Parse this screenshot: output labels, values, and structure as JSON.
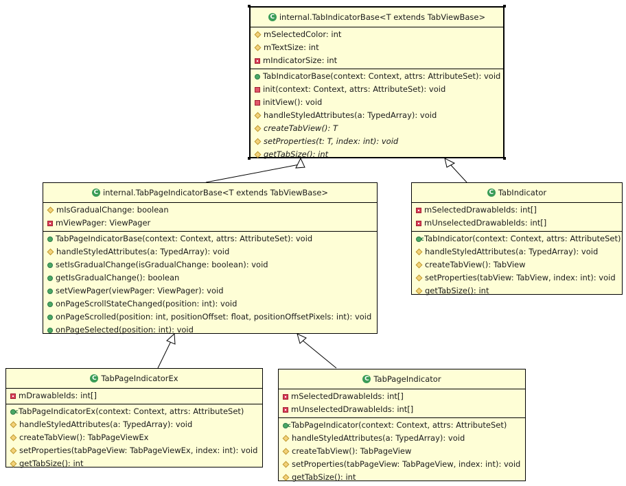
{
  "diagram": {
    "type": "UML class diagram",
    "classes": {
      "base": {
        "name": "internal.TabIndicatorBase<T extends TabViewBase>",
        "fields": [
          {
            "vis": "protected",
            "text": "mSelectedColor: int"
          },
          {
            "vis": "protected",
            "text": "mTextSize: int"
          },
          {
            "vis": "private",
            "text": "mIndicatorSize: int"
          }
        ],
        "methods": [
          {
            "vis": "public",
            "text": "TabIndicatorBase(context: Context, attrs: AttributeSet): void"
          },
          {
            "vis": "private",
            "text": "init(context: Context, attrs: AttributeSet): void"
          },
          {
            "vis": "private",
            "text": "initView(): void"
          },
          {
            "vis": "protected",
            "text": "handleStyledAttributes(a: TypedArray): void"
          },
          {
            "vis": "protected",
            "abstract": true,
            "text": "createTabView(): T"
          },
          {
            "vis": "protected",
            "abstract": true,
            "text": "setProperties(t: T, index: int): void"
          },
          {
            "vis": "protected",
            "abstract": true,
            "text": "getTabSize(): int"
          }
        ]
      },
      "pageBase": {
        "name": "internal.TabPageIndicatorBase<T extends TabViewBase>",
        "fields": [
          {
            "vis": "protected",
            "text": "mIsGradualChange: boolean"
          },
          {
            "vis": "private",
            "text": "mViewPager: ViewPager"
          }
        ],
        "methods": [
          {
            "vis": "public",
            "text": "TabPageIndicatorBase(context: Context, attrs: AttributeSet): void"
          },
          {
            "vis": "protected",
            "text": "handleStyledAttributes(a: TypedArray): void"
          },
          {
            "vis": "public",
            "text": "setIsGradualChange(isGradualChange: boolean): void"
          },
          {
            "vis": "public",
            "text": "getIsGradualChange(): boolean"
          },
          {
            "vis": "public",
            "text": "setViewPager(viewPager: ViewPager): void"
          },
          {
            "vis": "public",
            "text": "onPageScrollStateChanged(position: int): void"
          },
          {
            "vis": "public",
            "text": "onPageScrolled(position: int, positionOffset: float, positionOffsetPixels: int): void"
          },
          {
            "vis": "public",
            "text": "onPageSelected(position: int): void"
          }
        ]
      },
      "tabIndicator": {
        "name": "TabIndicator",
        "fields": [
          {
            "vis": "private",
            "text": "mSelectedDrawableIds: int[]"
          },
          {
            "vis": "private",
            "text": "mUnselectedDrawableIds: int[]"
          }
        ],
        "methods": [
          {
            "vis": "ctor",
            "text": "TabIndicator(context: Context, attrs: AttributeSet)"
          },
          {
            "vis": "protected",
            "text": "handleStyledAttributes(a: TypedArray): void"
          },
          {
            "vis": "protected",
            "text": "createTabView(): TabView"
          },
          {
            "vis": "protected",
            "text": "setProperties(tabView: TabView, index: int): void"
          },
          {
            "vis": "protected",
            "text": "getTabSize(): int"
          }
        ]
      },
      "pageEx": {
        "name": "TabPageIndicatorEx",
        "fields": [
          {
            "vis": "private",
            "text": "mDrawableIds: int[]"
          }
        ],
        "methods": [
          {
            "vis": "ctor",
            "text": "TabPageIndicatorEx(context: Context, attrs: AttributeSet)"
          },
          {
            "vis": "protected",
            "text": "handleStyledAttributes(a: TypedArray): void"
          },
          {
            "vis": "protected",
            "text": "createTabView(): TabPageViewEx"
          },
          {
            "vis": "protected",
            "text": "setProperties(tabPageView: TabPageViewEx, index: int): void"
          },
          {
            "vis": "protected",
            "text": "getTabSize(): int"
          }
        ]
      },
      "page": {
        "name": "TabPageIndicator",
        "fields": [
          {
            "vis": "private",
            "text": "mSelectedDrawableIds: int[]"
          },
          {
            "vis": "private",
            "text": "mUnselectedDrawableIds: int[]"
          }
        ],
        "methods": [
          {
            "vis": "ctor",
            "text": "TabPageIndicator(context: Context, attrs: AttributeSet)"
          },
          {
            "vis": "protected",
            "text": "handleStyledAttributes(a: TypedArray): void"
          },
          {
            "vis": "protected",
            "text": "createTabView(): TabPageView"
          },
          {
            "vis": "protected",
            "text": "setProperties(tabPageView: TabPageView, index: int): void"
          },
          {
            "vis": "protected",
            "text": "getTabSize(): int"
          }
        ]
      }
    },
    "relations": [
      {
        "from": "pageBase",
        "to": "base",
        "kind": "generalization"
      },
      {
        "from": "tabIndicator",
        "to": "base",
        "kind": "generalization"
      },
      {
        "from": "pageEx",
        "to": "pageBase",
        "kind": "generalization"
      },
      {
        "from": "page",
        "to": "pageBase",
        "kind": "generalization"
      }
    ],
    "class_icon_glyph": "C",
    "selected_class": "base"
  }
}
